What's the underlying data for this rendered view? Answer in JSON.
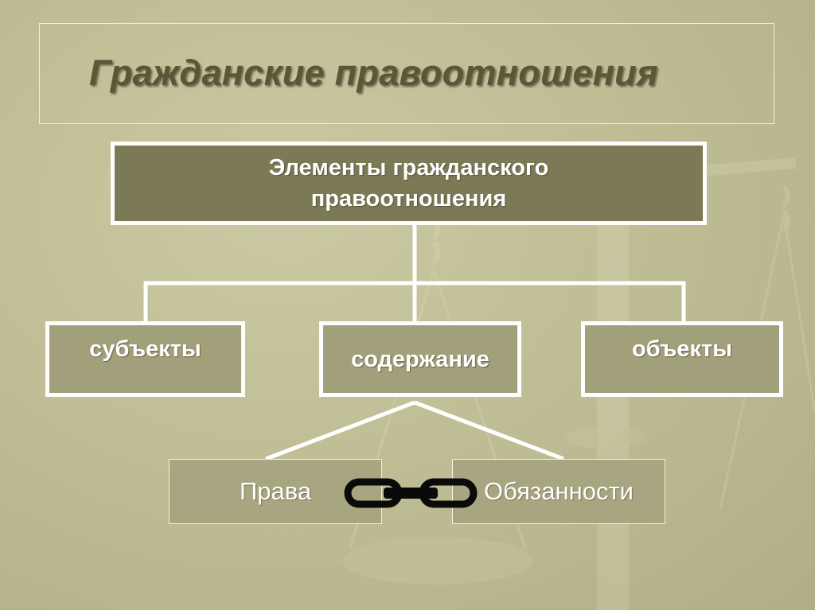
{
  "slide": {
    "title": "Гражданские правоотношения"
  },
  "diagram": {
    "root": {
      "line1": "Элементы гражданского",
      "line2": "правоотношения"
    },
    "elements": [
      {
        "label": "субъекты"
      },
      {
        "label": "содержание"
      },
      {
        "label": "объекты"
      }
    ],
    "content_parts": [
      {
        "label": "Права"
      },
      {
        "label": "Обязанности"
      }
    ],
    "link_icon": "chain-link-icon",
    "background_icon": "scales-of-justice-icon"
  },
  "colors": {
    "background": "#bdbb92",
    "root_fill": "#7b7956",
    "box_fill": "#a2a07b",
    "connector": "#ffffff",
    "title_text": "#595738"
  }
}
